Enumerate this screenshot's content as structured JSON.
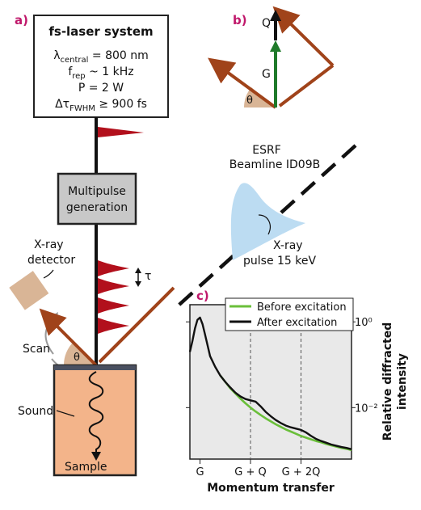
{
  "colors": {
    "panel_tag": "#c0186b",
    "beam_brown": "#a0431a",
    "pulse_red": "#b2101c",
    "g_vector_green": "#1f7a2a",
    "sample_orange": "#f3b48a",
    "detector_tan": "#d9b596",
    "angle_wedge": "#d9b596",
    "xray_pulse_blue": "#bcdcf2",
    "multipulse_box": "#c8c8c8",
    "plot_bg": "#e9e9e9",
    "before_line": "#6abf3a",
    "after_line": "#111111"
  },
  "panel_a": {
    "tag": "a)",
    "laser_box": {
      "title": "fs-laser system",
      "lambda_sym": "λ",
      "lambda_sub": "central",
      "lambda_rest": " = 800 nm",
      "frep_f": "f",
      "frep_sub": "rep",
      "frep_rest": " ~ 1 kHz",
      "power": "P = 2 W",
      "tau_delta": "Δτ",
      "tau_sub": "FWHM",
      "tau_rest": " ≥ 900 fs"
    },
    "multipulse_label_line1": "Multipulse",
    "multipulse_label_line2": "generation",
    "tau_label": "τ",
    "detector_label_line1": "X-ray",
    "detector_label_line2": "detector",
    "scan_label": "Scan",
    "theta_label": "θ",
    "sound_label": "Sound",
    "sample_label": "Sample"
  },
  "panel_b": {
    "tag": "b)",
    "q_label": "Q",
    "g_label": "G",
    "theta_label": "θ"
  },
  "esrf": {
    "line1": "ESRF",
    "line2": "Beamline ID09B",
    "pulse_line1": "X-ray",
    "pulse_line2": "pulse 15 keV"
  },
  "chart_data": {
    "type": "line",
    "tag": "c)",
    "xlabel": "Momentum transfer",
    "ylabel_line1": "Relative diffracted",
    "ylabel_line2": "intensity",
    "x_ticks": [
      "G",
      "G + Q",
      "G + 2Q"
    ],
    "y_ticks": [
      "10⁰",
      "10⁻²"
    ],
    "yscale": "log",
    "ylim": [
      -3.2,
      0.4
    ],
    "xlim": [
      -0.2,
      3
    ],
    "grid": "dashed vertical at G+Q and G+2Q",
    "legend_position": "top-right",
    "series": [
      {
        "name": "Before excitation",
        "color": "#6abf3a",
        "x": [
          0.4,
          0.5,
          0.6,
          0.7,
          0.8,
          0.9,
          1.0,
          1.1,
          1.2,
          1.3,
          1.4,
          1.5,
          1.6,
          1.7,
          1.8,
          1.9,
          2.0,
          2.1,
          2.2,
          2.3,
          2.4,
          2.5,
          2.6,
          2.7,
          2.8,
          2.9,
          3.0
        ],
        "y": [
          -1.25,
          -1.4,
          -1.55,
          -1.67,
          -1.79,
          -1.9,
          -2.0,
          -2.09,
          -2.17,
          -2.25,
          -2.32,
          -2.39,
          -2.45,
          -2.51,
          -2.56,
          -2.61,
          -2.66,
          -2.7,
          -2.74,
          -2.78,
          -2.81,
          -2.85,
          -2.88,
          -2.91,
          -2.94,
          -2.96,
          -2.99
        ]
      },
      {
        "name": "After excitation",
        "color": "#111111",
        "x": [
          -0.2,
          -0.15,
          -0.1,
          -0.05,
          0.0,
          0.05,
          0.1,
          0.15,
          0.2,
          0.3,
          0.4,
          0.5,
          0.6,
          0.7,
          0.8,
          0.9,
          1.0,
          1.1,
          1.2,
          1.3,
          1.4,
          1.5,
          1.6,
          1.7,
          1.8,
          1.9,
          2.0,
          2.1,
          2.2,
          2.3,
          2.4,
          2.5,
          2.6,
          2.7,
          2.8,
          2.9,
          3.0
        ],
        "y": [
          -0.7,
          -0.45,
          -0.15,
          0.05,
          0.1,
          -0.05,
          -0.3,
          -0.55,
          -0.8,
          -1.05,
          -1.25,
          -1.4,
          -1.53,
          -1.65,
          -1.74,
          -1.8,
          -1.83,
          -1.86,
          -1.97,
          -2.1,
          -2.2,
          -2.29,
          -2.36,
          -2.42,
          -2.46,
          -2.49,
          -2.52,
          -2.58,
          -2.66,
          -2.73,
          -2.78,
          -2.82,
          -2.86,
          -2.89,
          -2.92,
          -2.94,
          -2.97
        ]
      }
    ]
  }
}
